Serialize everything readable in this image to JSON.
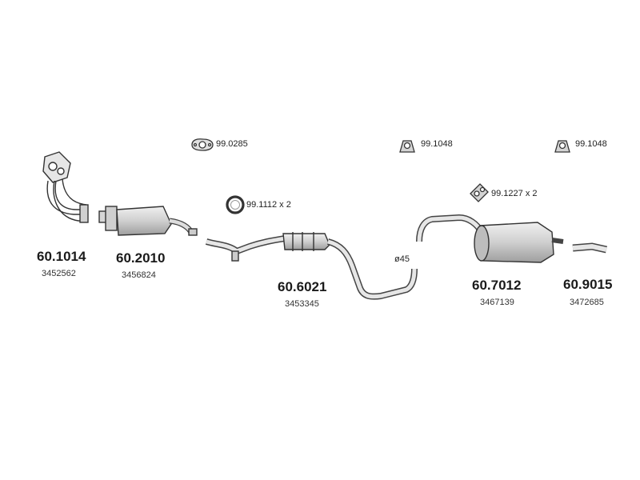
{
  "parts": [
    {
      "id": "manifold",
      "number": "60.1014",
      "ref": "3452562"
    },
    {
      "id": "front-silencer",
      "number": "60.2010",
      "ref": "3456824"
    },
    {
      "id": "middle-pipe",
      "number": "60.6021",
      "ref": "3453345"
    },
    {
      "id": "rear-silencer",
      "number": "60.7012",
      "ref": "3467139"
    },
    {
      "id": "tail-pipe",
      "number": "60.9015",
      "ref": "3472685"
    }
  ],
  "accessories": [
    {
      "id": "gasket",
      "label": "99.0285",
      "icon": "gasket-icon"
    },
    {
      "id": "ring",
      "label": "99.1112 x 2",
      "icon": "ring-icon"
    },
    {
      "id": "hanger-1",
      "label": "99.1048",
      "icon": "rubber-hanger-icon"
    },
    {
      "id": "hanger-2",
      "label": "99.1048",
      "icon": "rubber-hanger-icon"
    },
    {
      "id": "mount",
      "label": "99.1227 x 2",
      "icon": "rubber-mount-icon"
    }
  ],
  "diameter_label": "ø45",
  "colors": {
    "line": "#333333",
    "fill": "#d9d9d9",
    "shade": "#bdbdbd"
  }
}
